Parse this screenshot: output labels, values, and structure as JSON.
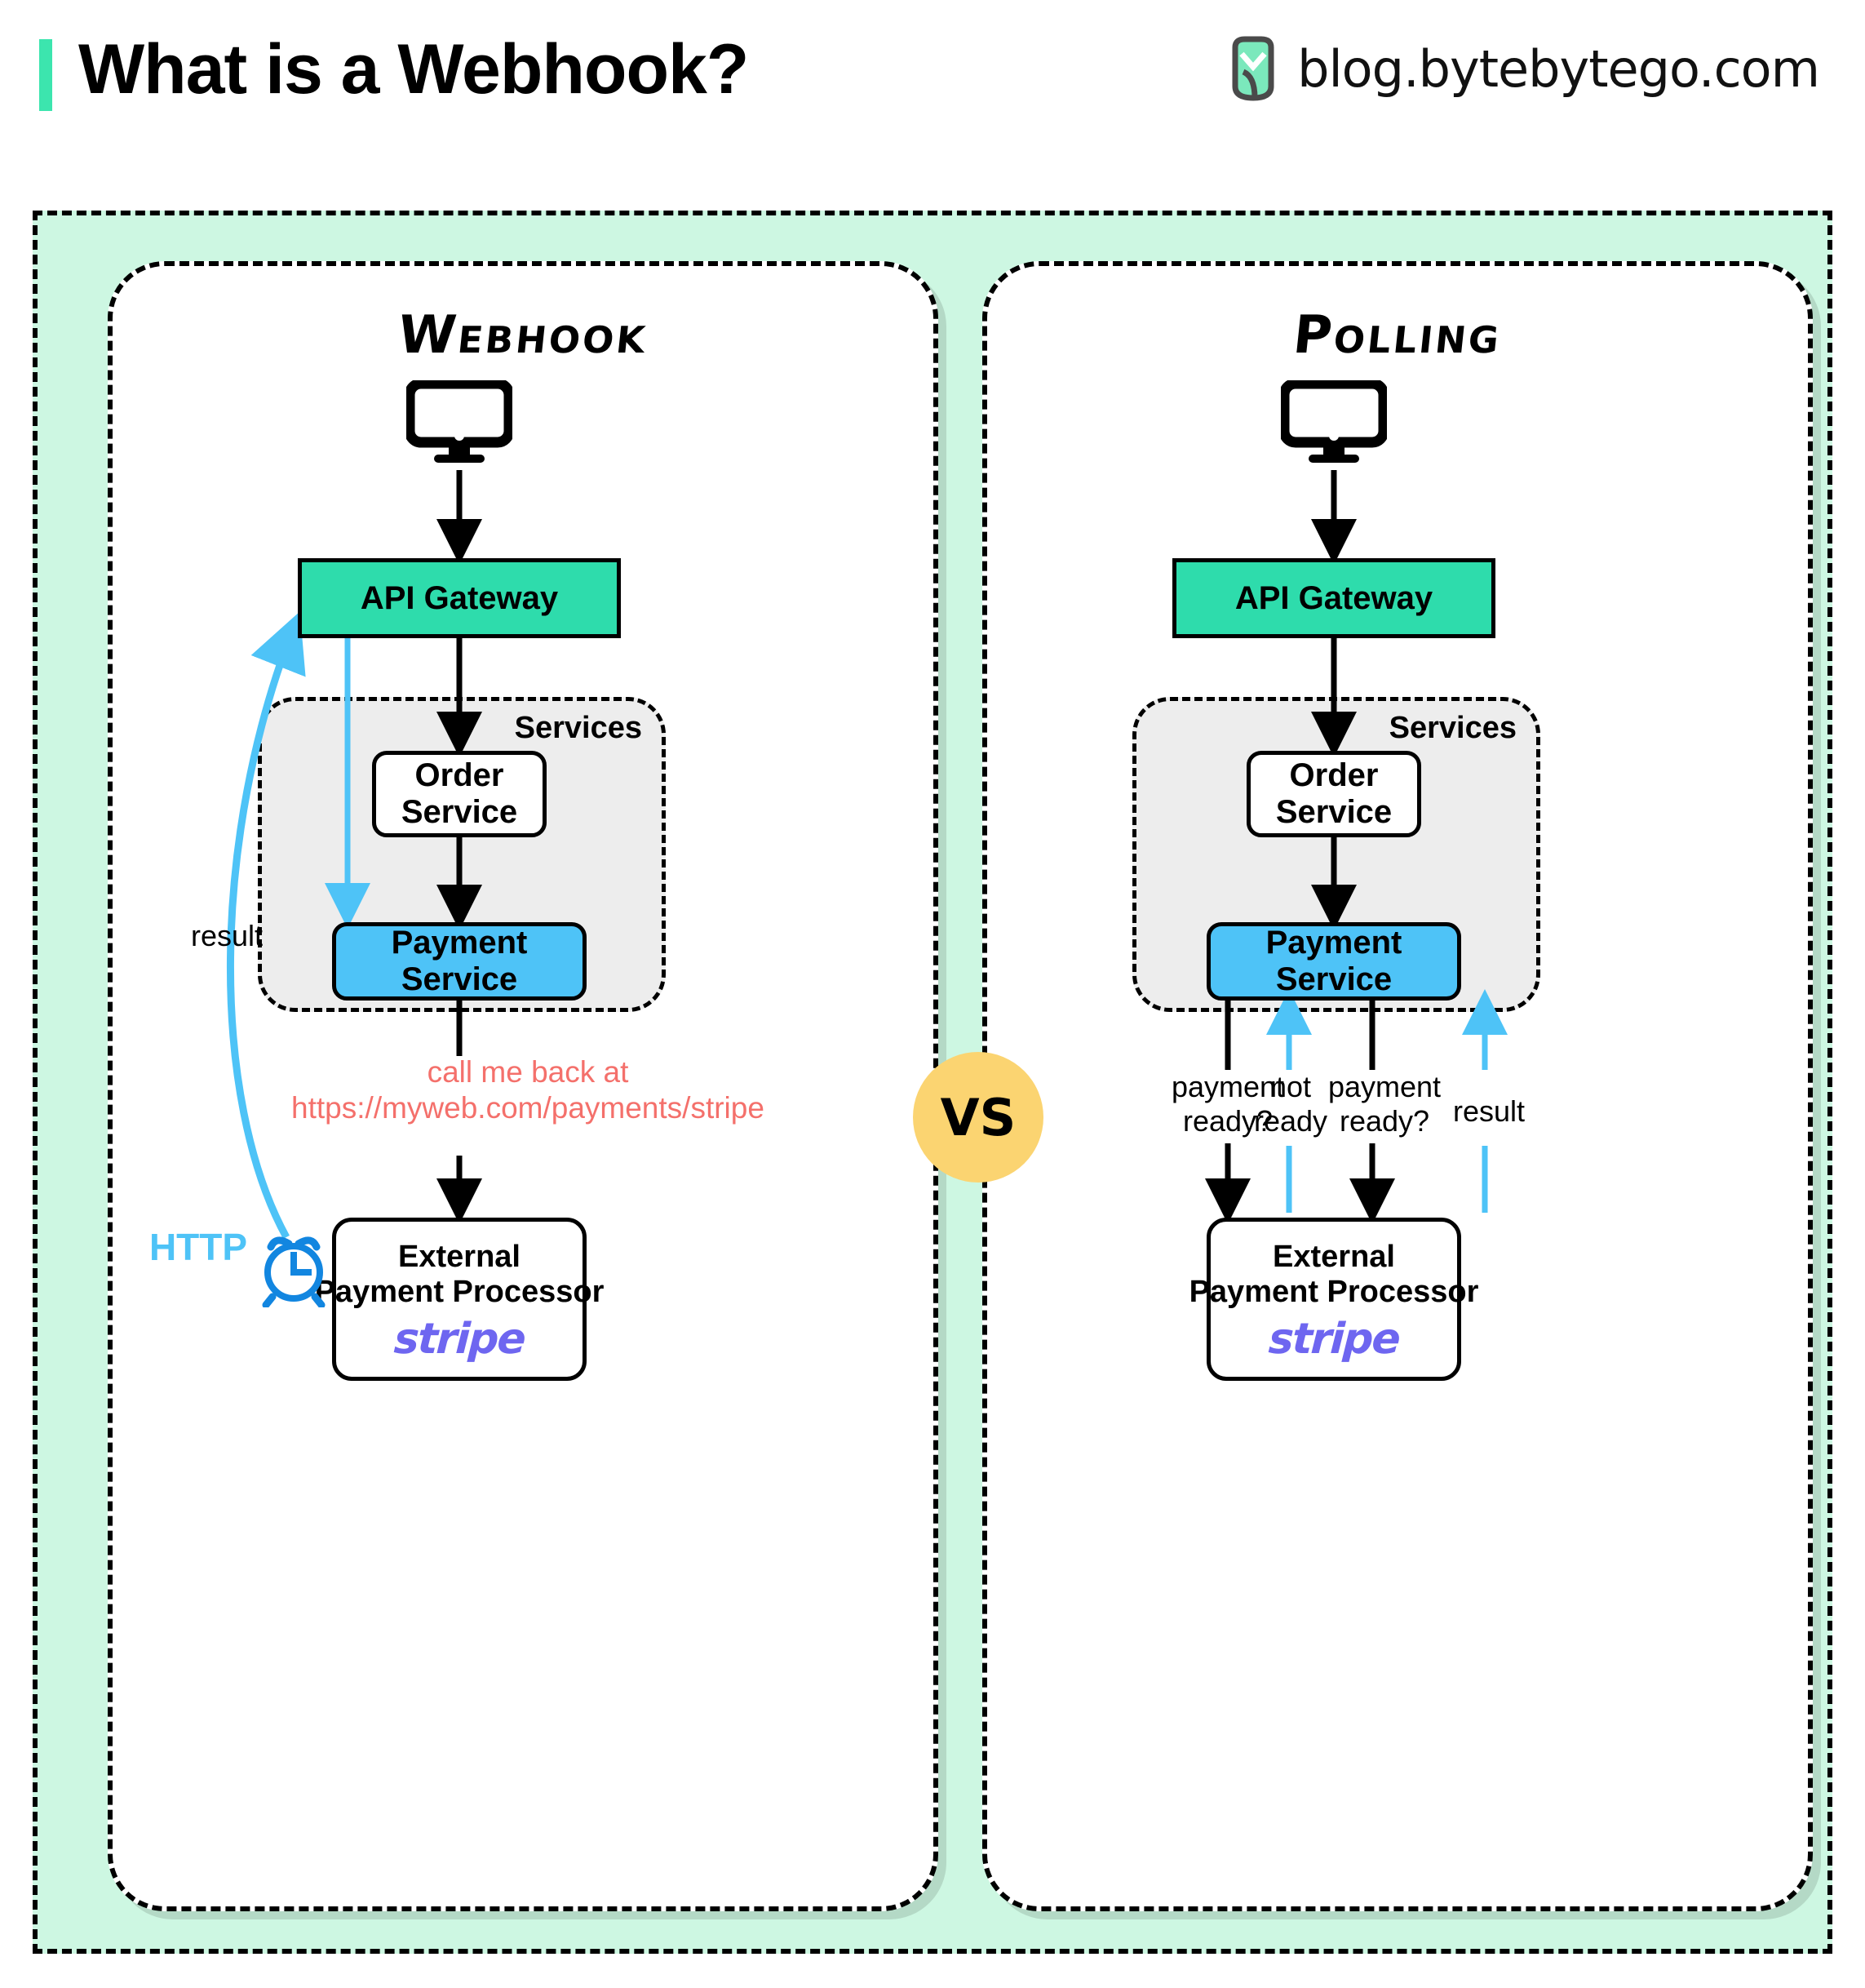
{
  "header": {
    "title": "What is a Webhook?",
    "brand": "blog.bytebytego.com",
    "logo_icon": "bytebytego-logo-icon",
    "accent_color": "#3CE5AE"
  },
  "vs_badge": {
    "label": "VS",
    "color": "#FBD471"
  },
  "colors": {
    "canvas_mint": "#CDF7E2",
    "gateway_green": "#2EDCAC",
    "payment_blue": "#4EC3F7",
    "services_grey": "#EDEDED",
    "callback_red": "#F4706B",
    "stripe_purple": "#6E66F0",
    "http_blue": "#4EC3F7"
  },
  "panels": [
    {
      "id": "webhook",
      "title": "Webhook",
      "client_icon": "monitor-icon",
      "gateway": "API Gateway",
      "services_label": "Services",
      "order_service": {
        "line1": "Order",
        "line2": "Service"
      },
      "payment_service": "Payment Service",
      "processor": {
        "line1": "External",
        "line2": "Payment Processor",
        "logo": "stripe"
      },
      "annotations": {
        "callback_line1": "call me back at",
        "callback_line2": "https://myweb.com/payments/stripe",
        "result": "result",
        "http": "HTTP",
        "clock_icon": "alarm-clock-icon"
      }
    },
    {
      "id": "polling",
      "title": "Polling",
      "client_icon": "monitor-icon",
      "gateway": "API Gateway",
      "services_label": "Services",
      "order_service": {
        "line1": "Order",
        "line2": "Service"
      },
      "payment_service": "Payment Service",
      "processor": {
        "line1": "External",
        "line2": "Payment Processor",
        "logo": "stripe"
      },
      "annotations": {
        "poll1_line1": "payment",
        "poll1_line2": "ready?",
        "poll2_line1": "not",
        "poll2_line2": "ready",
        "poll3_line1": "payment",
        "poll3_line2": "ready?",
        "result": "result"
      }
    }
  ]
}
